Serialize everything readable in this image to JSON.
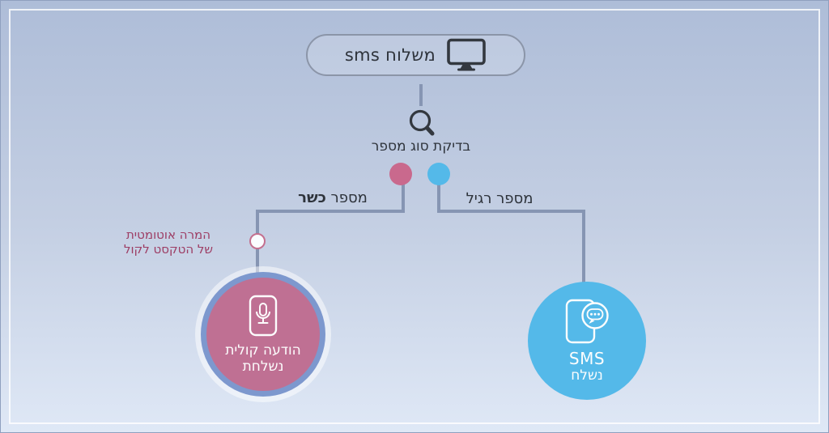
{
  "start": {
    "label": "משלוח sms"
  },
  "check": {
    "label": "בדיקת סוג מספר"
  },
  "branch_kosher": {
    "label_word1": "מספר",
    "label_word2": "כשר",
    "annotation": {
      "line1": "המרה אוטומטית",
      "line2": "של הטקסט לקול"
    },
    "result": {
      "line1": "הודעה קולית",
      "line2": "נשלחת"
    }
  },
  "branch_regular": {
    "label": "מספר רגיל",
    "result": {
      "line1": "SMS",
      "line2": "נשלח"
    }
  },
  "colors": {
    "pink": "#c9698d",
    "pink-circle": "#bf7093",
    "pink-text": "#9d3d64",
    "blue": "#54b9e9",
    "ring": "#7d98ce",
    "line": "#8695b3",
    "dark": "#2e333b"
  }
}
